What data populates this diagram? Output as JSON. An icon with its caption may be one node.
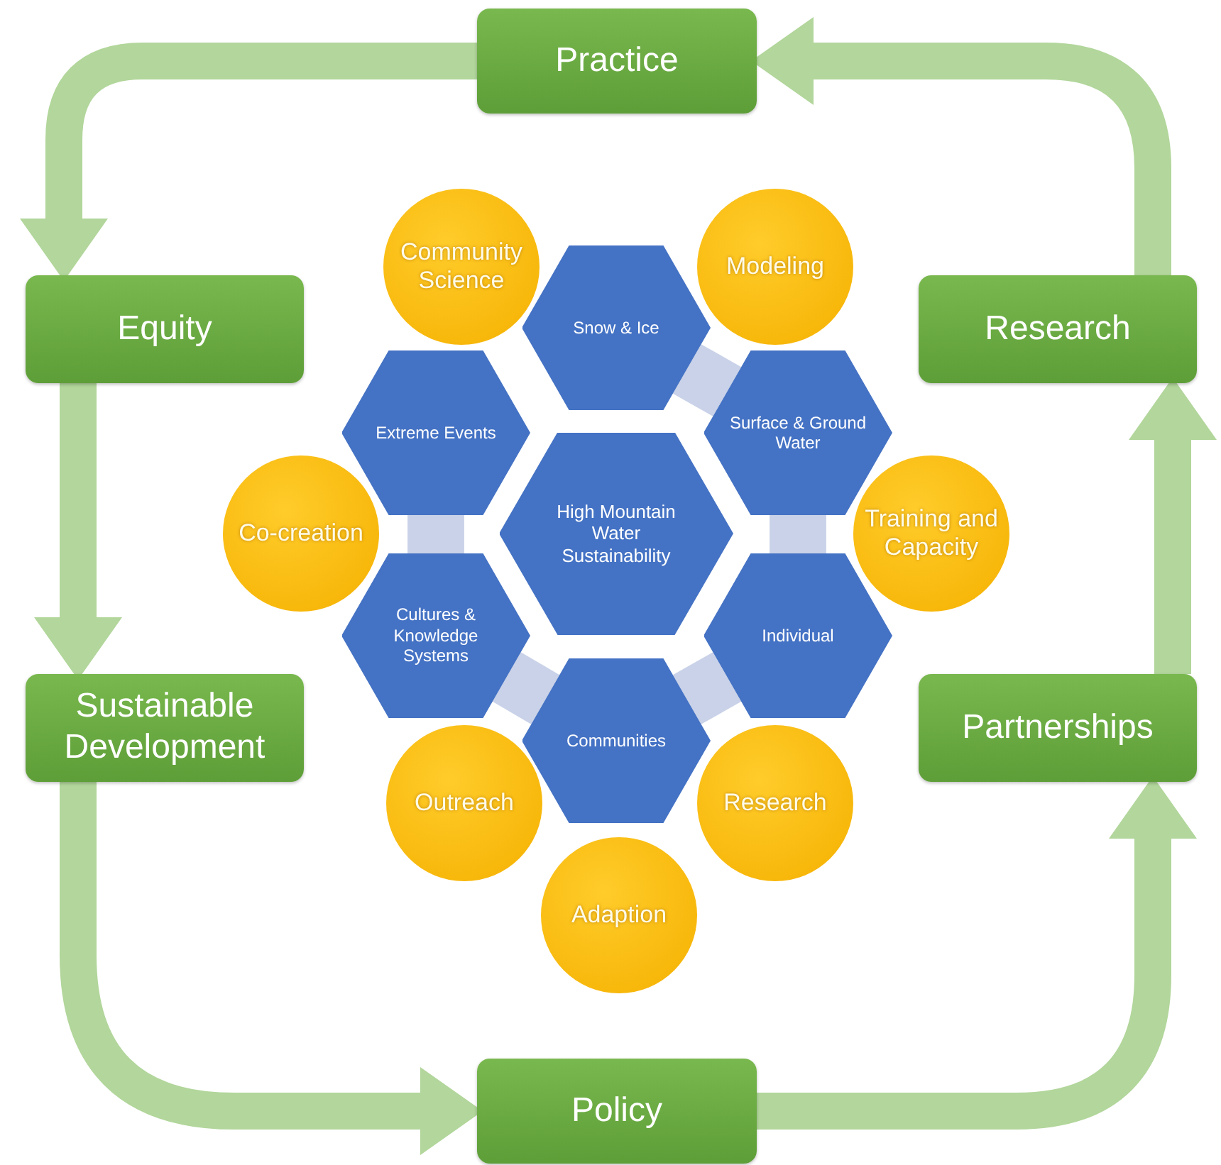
{
  "diagram": {
    "nodes": [
      {
        "text": [
          "Practice"
        ]
      },
      {
        "text": [
          "Equity"
        ]
      },
      {
        "text": [
          "Research"
        ]
      },
      {
        "text": [
          "Community Science"
        ]
      },
      {
        "text": [
          "Modeling"
        ]
      },
      {
        "text": [
          "Snow & Ice"
        ]
      },
      {
        "text": [
          "Extreme Events"
        ]
      },
      {
        "text": [
          "Surface & Ground Water"
        ]
      },
      {
        "text": [
          "High Mountain Water Sustainability"
        ]
      },
      {
        "text": [
          "Co-creation"
        ]
      },
      {
        "text": [
          "Training and Capacity"
        ]
      },
      {
        "text": [
          "Cultures & Knowledge Systems"
        ]
      },
      {
        "text": [
          "Individual"
        ]
      },
      {
        "text": [
          "Sustainable Development"
        ]
      },
      {
        "text": [
          "Partnerships"
        ]
      },
      {
        "text": [
          "Communities"
        ]
      },
      {
        "text": [
          "Outreach"
        ]
      },
      {
        "text": [
          "Research"
        ]
      },
      {
        "text": [
          "Adaption"
        ]
      },
      {
        "text": [
          "Policy"
        ]
      }
    ],
    "edges": [
      {
        "from": 0,
        "to": 1,
        "arrow": "to"
      },
      {
        "from": 1,
        "to": 13,
        "arrow": "to"
      },
      {
        "from": 13,
        "to": 19,
        "arrow": "to"
      },
      {
        "from": 19,
        "to": 14,
        "arrow": "to"
      },
      {
        "from": 14,
        "to": 2,
        "arrow": "to"
      },
      {
        "from": 2,
        "to": 0,
        "arrow": "to"
      }
    ]
  }
}
